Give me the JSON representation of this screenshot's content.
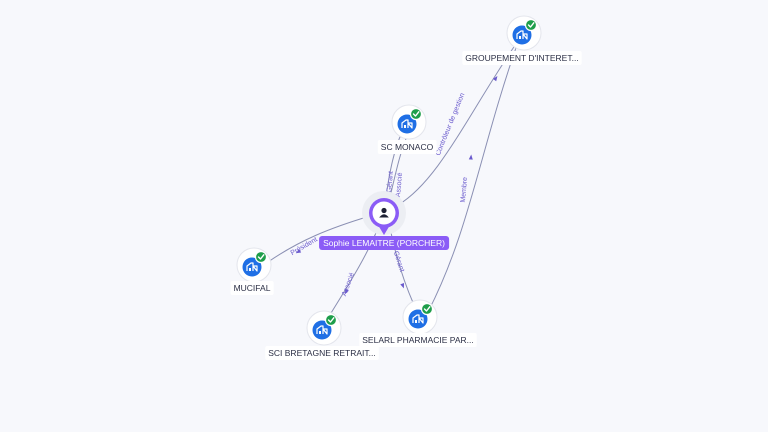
{
  "person": {
    "name": "Sophie LEMAITRE (PORCHER)",
    "icon": "person-icon",
    "accent_color": "#8b5cf6"
  },
  "companies": [
    {
      "id": "groupement",
      "label": "GROUPEMENT D'INTERET...",
      "icon": "building-icon",
      "verified": true
    },
    {
      "id": "sc-monaco",
      "label": "SC MONACO",
      "icon": "building-icon",
      "verified": true
    },
    {
      "id": "mucifal",
      "label": "MUCIFAL",
      "icon": "building-icon",
      "verified": true
    },
    {
      "id": "sci-bretagne",
      "label": "SCI BRETAGNE RETRAIT...",
      "icon": "building-icon",
      "verified": true
    },
    {
      "id": "selarl",
      "label": "SELARL PHARMACIE PAR...",
      "icon": "building-icon",
      "verified": true
    }
  ],
  "edges": [
    {
      "from": "person",
      "to": "groupement",
      "label": "Contrôleur de gestion"
    },
    {
      "from": "person",
      "to": "sc-monaco",
      "label": "Gérant"
    },
    {
      "from": "person",
      "to": "sc-monaco",
      "label": "Associé"
    },
    {
      "from": "person",
      "to": "mucifal",
      "label": "Président"
    },
    {
      "from": "person",
      "to": "sci-bretagne",
      "label": "Associé"
    },
    {
      "from": "person",
      "to": "selarl",
      "label": "Gérant"
    },
    {
      "from": "selarl",
      "to": "groupement",
      "label": "Membre"
    }
  ],
  "colors": {
    "company_icon": "#1f6fe5",
    "verified_check": "#1e9e4a",
    "edge_label": "#6a5acd",
    "background": "#f7f8fc"
  }
}
